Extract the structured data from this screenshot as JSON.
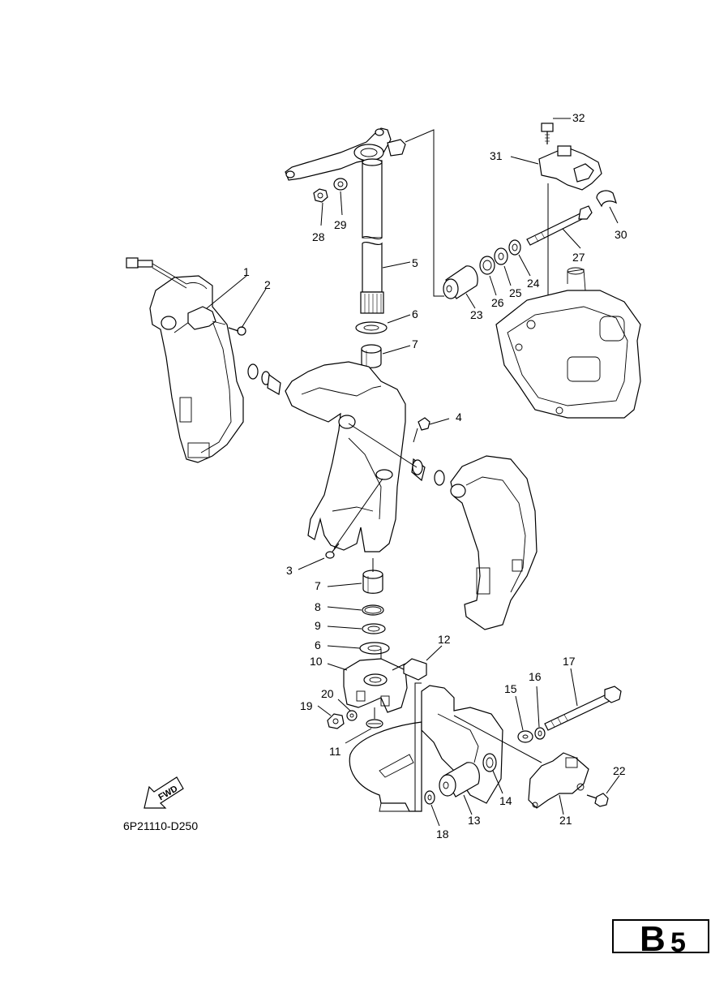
{
  "diagram": {
    "code": "6P21110-D250",
    "fwd_text": "FWD",
    "page_section": "B",
    "page_number": "5",
    "labels": {
      "p1": "1",
      "p2": "2",
      "p3": "3",
      "p4": "4",
      "p5": "5",
      "p6a": "6",
      "p6b": "6",
      "p7a": "7",
      "p7b": "7",
      "p8": "8",
      "p9": "9",
      "p10": "10",
      "p11": "11",
      "p12": "12",
      "p13": "13",
      "p14": "14",
      "p15": "15",
      "p16": "16",
      "p17": "17",
      "p18": "18",
      "p19": "19",
      "p20": "20",
      "p21": "21",
      "p22": "22",
      "p23": "23",
      "p24": "24",
      "p25": "25",
      "p26": "26",
      "p27": "27",
      "p28": "28",
      "p29": "29",
      "p30": "30",
      "p31": "31",
      "p32": "32"
    }
  }
}
